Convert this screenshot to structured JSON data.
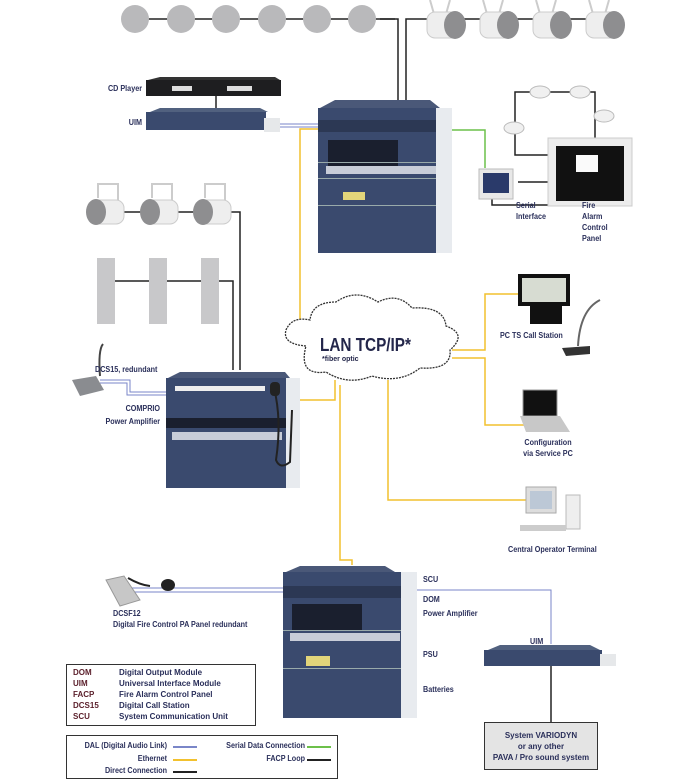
{
  "diagram": {
    "network": {
      "title": "LAN TCP/IP*",
      "subtitle": "*fiber optic"
    },
    "devices": {
      "cd_player": "CD Player",
      "uim_top": "UIM",
      "serial_interface": [
        "Serial",
        "Interface"
      ],
      "facp": [
        "Fire",
        "Alarm",
        "Control",
        "Panel"
      ],
      "pc_ts": "PC TS Call Station",
      "config_pc": [
        "Configuration",
        "via Service PC"
      ],
      "central_terminal": "Central Operator Terminal",
      "dcs15": "DCS15, redundant",
      "comprio": [
        "COMPRIO",
        "Power Amplifier"
      ],
      "dcsf12": [
        "DCSF12",
        "Digital Fire Control PA Panel redundant"
      ],
      "scu": "SCU",
      "dom": [
        "DOM",
        "Power Amplifier"
      ],
      "psu": "PSU",
      "batteries": "Batteries",
      "uim_bottom": "UIM",
      "external_system": [
        "System VARIODYN",
        "or any other",
        "PAVA / Pro sound system"
      ]
    },
    "abbreviations": [
      {
        "abbr": "DOM",
        "text": "Digital Output Module"
      },
      {
        "abbr": "UIM",
        "text": "Universal Interface Module"
      },
      {
        "abbr": "FACP",
        "text": "Fire Alarm Control Panel"
      },
      {
        "abbr": "DCS15",
        "text": "Digital Call Station"
      },
      {
        "abbr": "SCU",
        "text": "System Communication Unit"
      }
    ],
    "line_legend": [
      {
        "label": "DAL (Digital Audio Link)",
        "color": "#7a86c8"
      },
      {
        "label": "Ethernet",
        "color": "#f2c12e"
      },
      {
        "label": "Direct Connection",
        "color": "#222222"
      },
      {
        "label": "Serial Data Connection",
        "color": "#6cc04a"
      },
      {
        "label": "FACP Loop",
        "color": "#222222"
      }
    ],
    "colors": {
      "dal": "#7a86c8",
      "ethernet": "#f2c12e",
      "direct": "#222222",
      "serial": "#6cc04a",
      "rack": "#3a4a6e",
      "rack_dark": "#2c3854",
      "speaker": "#b9b9bb"
    }
  }
}
